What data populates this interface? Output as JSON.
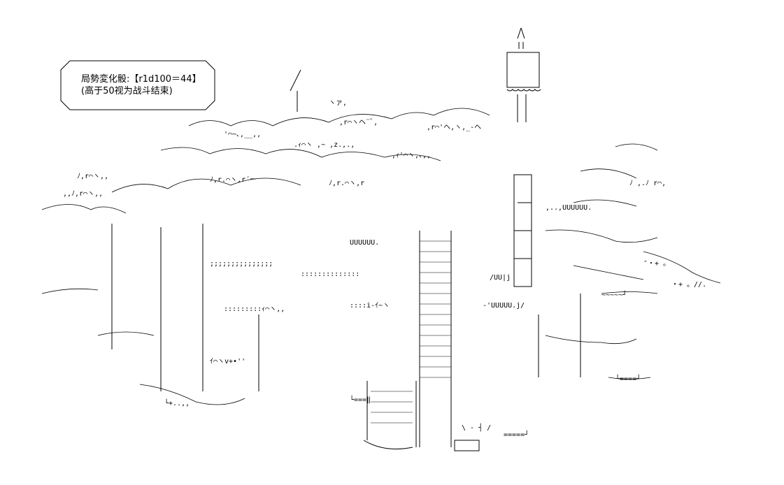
{
  "speech_bubble": {
    "line1": "局勢変化骰:【r1d100＝44】",
    "line2": "(高于50视为战斗结束)"
  },
  "illustration": {
    "icon": "ascii-art-castle-and-forest"
  }
}
